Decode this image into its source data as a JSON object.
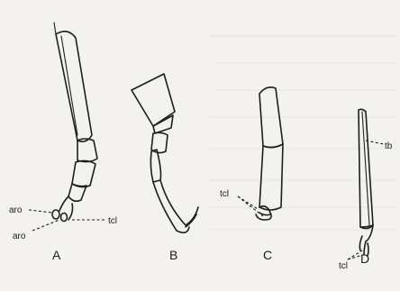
{
  "panels": [
    {
      "id": "A",
      "label": "A",
      "annotations": [
        "aro",
        "aro",
        "tcl"
      ]
    },
    {
      "id": "B",
      "label": "B",
      "annotations": []
    },
    {
      "id": "C",
      "label": "C",
      "annotations": [
        "tcl"
      ]
    },
    {
      "id": "D",
      "label": "D",
      "annotations": [
        "tb",
        "tcl"
      ]
    }
  ]
}
